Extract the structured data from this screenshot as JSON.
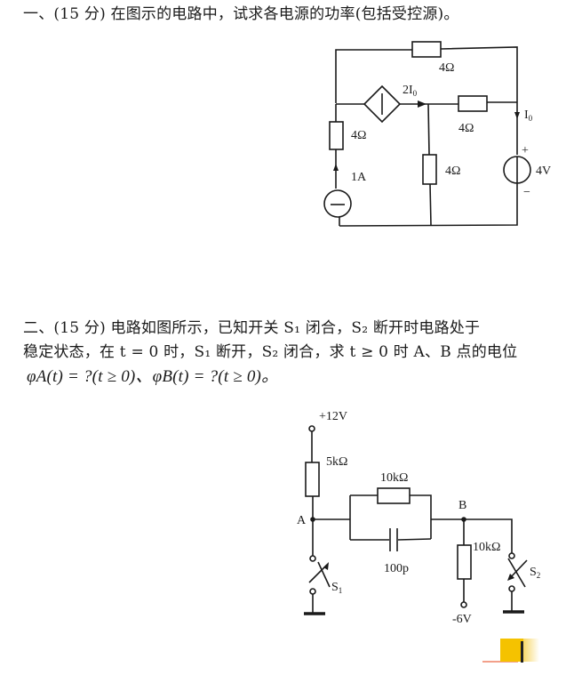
{
  "problems": [
    {
      "title": "一、(15 分) 在图示的电路中，试求各电源的功率(包括受控源)。",
      "circuit": {
        "labels": {
          "r_top": "4Ω",
          "r_mid": "4Ω",
          "r_left": "4Ω",
          "r_center": "4Ω",
          "dep_source": "2I",
          "dep_source_sub": "0",
          "current_I0": "I",
          "current_I0_sub": "0",
          "current_source": "1A",
          "voltage_source": "4V",
          "plus": "+",
          "minus": "−"
        }
      }
    },
    {
      "line1": "二、(15 分) 电路如图所示，已知开关 S₁ 闭合，S₂ 断开时电路处于",
      "line2": "稳定状态，在 t = 0 时，S₁ 断开，S₂ 闭合，求 t ≥ 0 时 A、B 点的电位",
      "line3": "φA(t) = ?(t ≥ 0)、φB(t) = ?(t ≥ 0)。",
      "circuit": {
        "labels": {
          "supply_pos": "+12V",
          "r_5k": "5kΩ",
          "r_10k_top": "10kΩ",
          "r_10k_right": "10kΩ",
          "cap": "100p",
          "node_A": "A",
          "node_B": "B",
          "switch1": "S",
          "switch1_sub": "1",
          "switch2": "S",
          "switch2_sub": "2",
          "supply_neg": "-6V"
        }
      }
    }
  ]
}
